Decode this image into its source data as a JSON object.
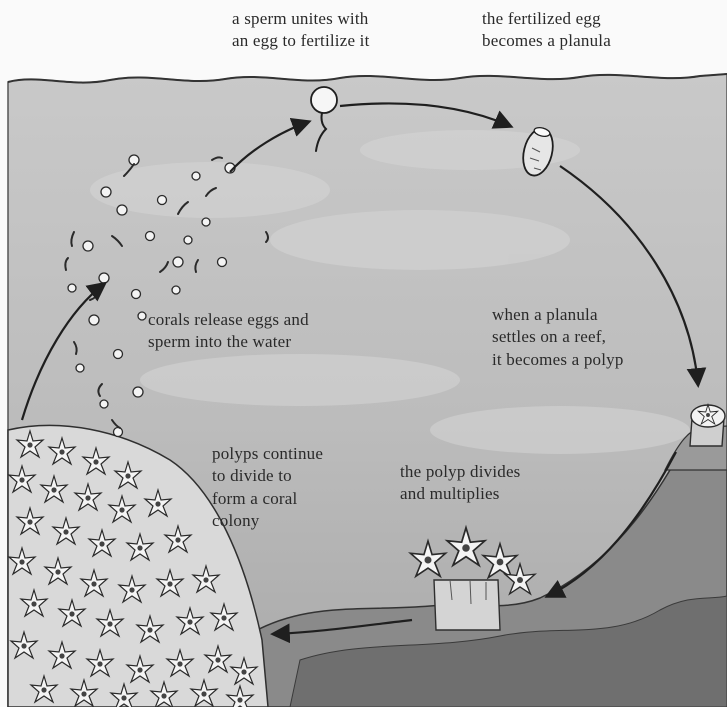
{
  "labels": {
    "fertilize": "a sperm unites with\nan egg to fertilize it",
    "planula": "the fertilized egg\nbecomes a planula",
    "release": "corals release eggs and\nsperm into the water",
    "settles": "when a planula\nsettles on a reef,\nit becomes a polyp",
    "polyp_divides": "the polyp divides\nand multiplies",
    "colony": "polyps continue\nto divide to\nform a coral\ncolony"
  },
  "colors": {
    "water": "#bdbdbd",
    "water_deep": "#9e9e9e",
    "seafloor": "#777777",
    "ink": "#1f1f1f",
    "paper": "#fafafa"
  }
}
